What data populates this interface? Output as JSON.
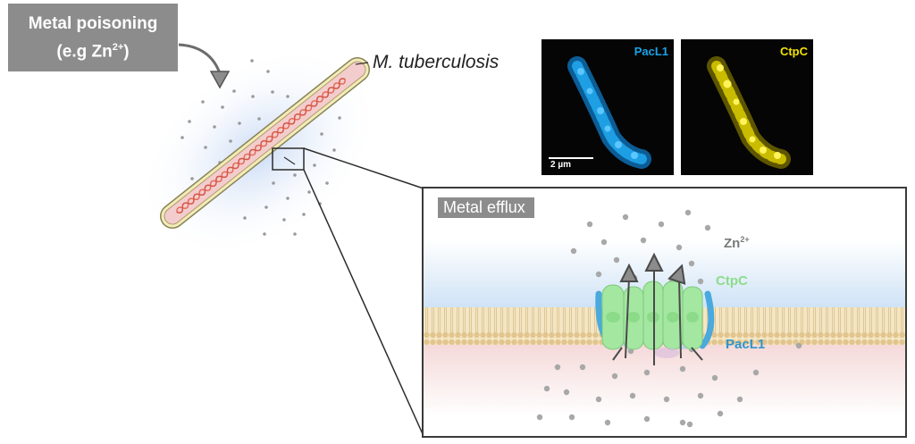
{
  "header_box": {
    "line1": "Metal poisoning",
    "line2_prefix": "(e.g Zn",
    "line2_sup": "2+",
    "line2_suffix": ")"
  },
  "organism_label": "M. tuberculosis",
  "micrographs": [
    {
      "label": "PacL1",
      "color": "#1aa3e8"
    },
    {
      "label": "CtpC",
      "color": "#f2e200"
    }
  ],
  "scale_bar_label": "2 µm",
  "inset": {
    "title": "Metal efflux",
    "ion_label": "Zn",
    "ion_charge": "2+",
    "protein_a": "CtpC",
    "protein_b": "PacL1"
  },
  "colors": {
    "label_box": "#8c8c8c",
    "ctpc": "#8ddc8a",
    "pacl1": "#2f95cc",
    "membrane": "#e9d1a6",
    "dna": "#e46b5a"
  }
}
